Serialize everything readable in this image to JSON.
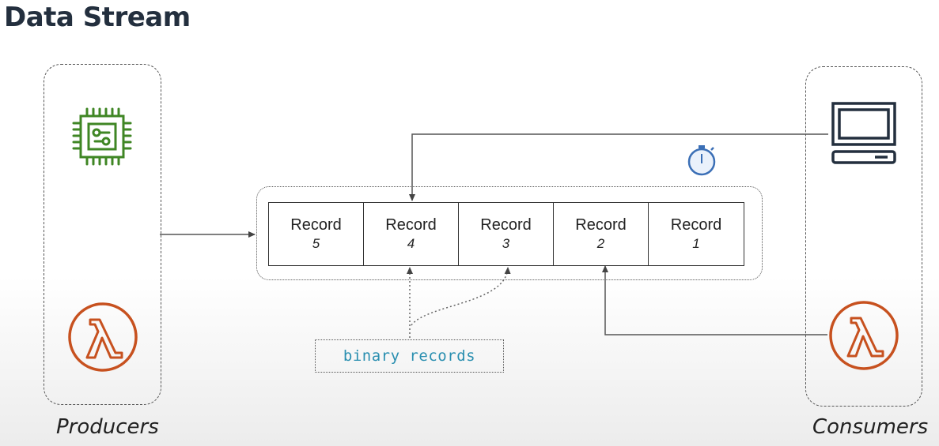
{
  "title": "Data Stream",
  "producers": {
    "label": "Producers",
    "icons": [
      "chip-icon",
      "lambda-icon"
    ]
  },
  "consumers": {
    "label": "Consumers",
    "icons": [
      "computer-icon",
      "lambda-icon"
    ]
  },
  "records": [
    {
      "label": "Record",
      "number": "5"
    },
    {
      "label": "Record",
      "number": "4"
    },
    {
      "label": "Record",
      "number": "3"
    },
    {
      "label": "Record",
      "number": "2"
    },
    {
      "label": "Record",
      "number": "1"
    }
  ],
  "callout": "binary records",
  "retention_icon": "stopwatch-icon",
  "colors": {
    "chip": "#3f8624",
    "lambda": "#c7511f",
    "stopwatch": "#3b6fb6",
    "callout_text": "#2a8fb0",
    "title": "#232f3e"
  }
}
